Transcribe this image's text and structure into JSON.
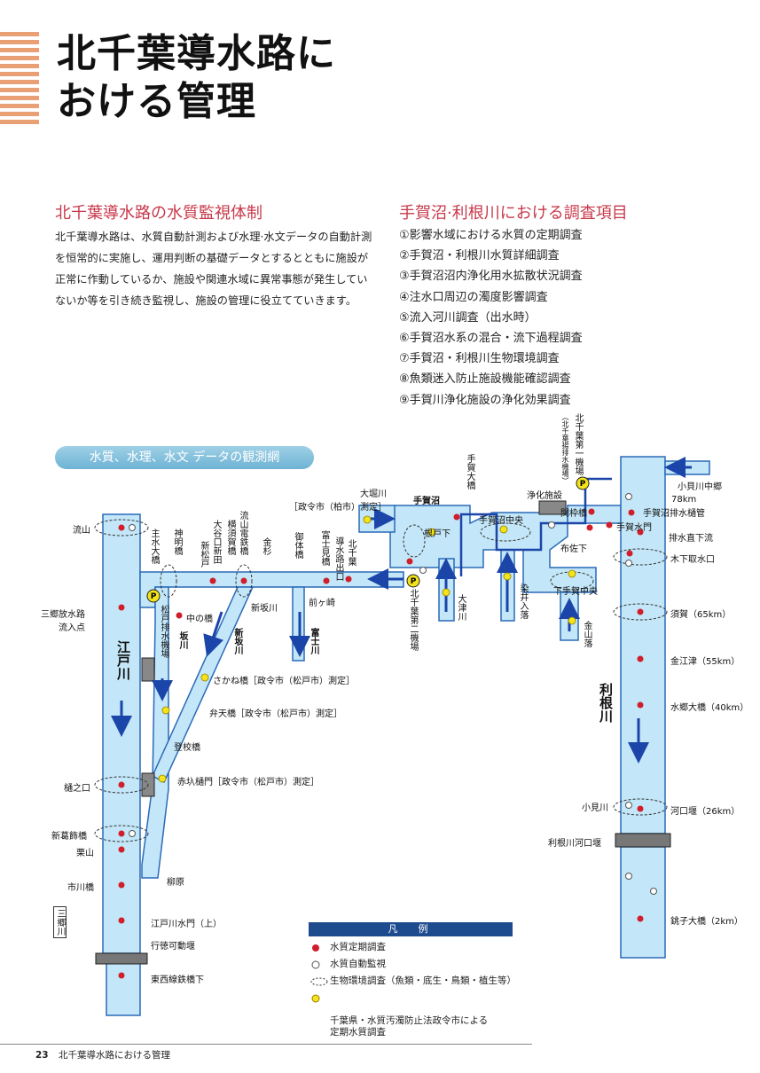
{
  "title_lines": [
    "北千葉導水路に",
    "おける管理"
  ],
  "section_left": {
    "heading": "北千葉導水路の水質監視体制",
    "body": "北千葉導水路は、水質自動計測および水理·水文データの自動計測を恒常的に実施し、運用判断の基礎データとするとともに施設が正常に作動しているか、施設や関連水域に異常事態が発生していないか等を引き続き監視し、施設の管理に役立てていきます。"
  },
  "section_right": {
    "heading": "手賀沼·利根川における調査項目",
    "items": [
      "①影響水域における水質の定期調査",
      "②手賀沼・利根川水質詳細調査",
      "③手賀沼沼内浄化用水拡散状況調査",
      "④注水口周辺の濁度影響調査",
      "⑤流入河川調査（出水時）",
      "⑥手賀沼水系の混合・流下過程調査",
      "⑦手賀沼・利根川生物環境調査",
      "⑧魚類迷入防止施設機能確認調査",
      "⑨手賀川浄化施設の浄化効果調査"
    ]
  },
  "network_title": "水質、水理、水文 データの観測網",
  "map": {
    "rivers": {
      "edogawa": "江戸川",
      "tonegawa": "利根川"
    },
    "labels": {
      "nagareyama": "流山",
      "misato": "三郷放水路\n流入点",
      "hinokuchi": "樋之口",
      "shinkatsushika": "新葛飾橋",
      "kuriyama": "栗山",
      "ichikawa": "市川橋",
      "edo_suimon": "江戸川水門（上）",
      "gyotoku": "行徳可動堰",
      "tozai": "東西線鉄橋下",
      "yanagihara": "柳原",
      "sanpa": "三郷川",
      "naka": "中の橋",
      "sakane": "さかね橋［政令市（松戸市）測定］",
      "benten": "弁天橋［政令市（松戸市）測定］",
      "tokou": "登校橋",
      "akasaku": "赤圦樋門［政令市（松戸市）測定］",
      "shinsaka": "新坂川",
      "maegasaki": "前ヶ崎",
      "oohori": "大堀川\n［政令市（柏市）測定］",
      "teganuma": "手賀沼",
      "neto": "根戸下",
      "tegachuo": "手賀沼中央",
      "jouka": "浄化施設",
      "sekiwaku": "関枠橋",
      "fusa": "布佐下",
      "shimotega": "下手賀中央",
      "kobaigawa_naka": "小貝川中郷",
      "km78": "78km",
      "tega_hai": "手賀沼排水樋管",
      "tega_suimon": "手賀水門",
      "haisui": "排水直下流",
      "kishita": "木下取水口",
      "suga": "須賀（65km）",
      "kanae": "金江津（55km）",
      "suigo": "水郷大橋（40km）",
      "kokai": "小見川",
      "kawaguchi": "河口堰（26km）",
      "tone_kawaguchi": "利根川河口堰",
      "choshi": "銚子大橋（2km）"
    },
    "vertical_labels": {
      "shusui": "主水大橋",
      "shinmei": "神明橋",
      "shinmatsudo": "新松戸",
      "ooyaguchi": "大谷口新田",
      "yokosuka": "横須賀橋",
      "nagarey_tetsu": "流山電鉄橋",
      "kanasugi": "金杉",
      "mitai": "御体橋",
      "fujimi": "富士見橋",
      "dousui": "導水路出口",
      "kitachiba": "北千葉",
      "tega_oohashi": "手賀大橋",
      "kc_1kijo": "北千葉第一機場",
      "kc_2kijo": "北千葉第二機場",
      "kc_2kijo_sub": "（北千葉揚排水機場）",
      "matsudo": "松戸排水機場",
      "sakagawa": "坂川",
      "shinsakagawa_v": "新坂川",
      "fujikawa": "富士川",
      "ootsu": "大津川",
      "somei": "染井入落",
      "kanayama": "金山落"
    }
  },
  "legend": {
    "title": "凡　例",
    "items": [
      "水質定期調査",
      "水質自動監視",
      "生物環境調査（魚類・底生・鳥類・植生等）",
      "千葉県・水質汚濁防止法政令市による\n定期水質調査"
    ]
  },
  "footer": {
    "page": "23",
    "text": "北千葉導水路における管理"
  },
  "colors": {
    "water": "#c3e6f8",
    "water_edge": "#2a6ab8",
    "red_dot": "#d01e2a",
    "yellow_dot": "#f2e418",
    "arrow": "#1b45a8",
    "accent": "#c8384a"
  }
}
